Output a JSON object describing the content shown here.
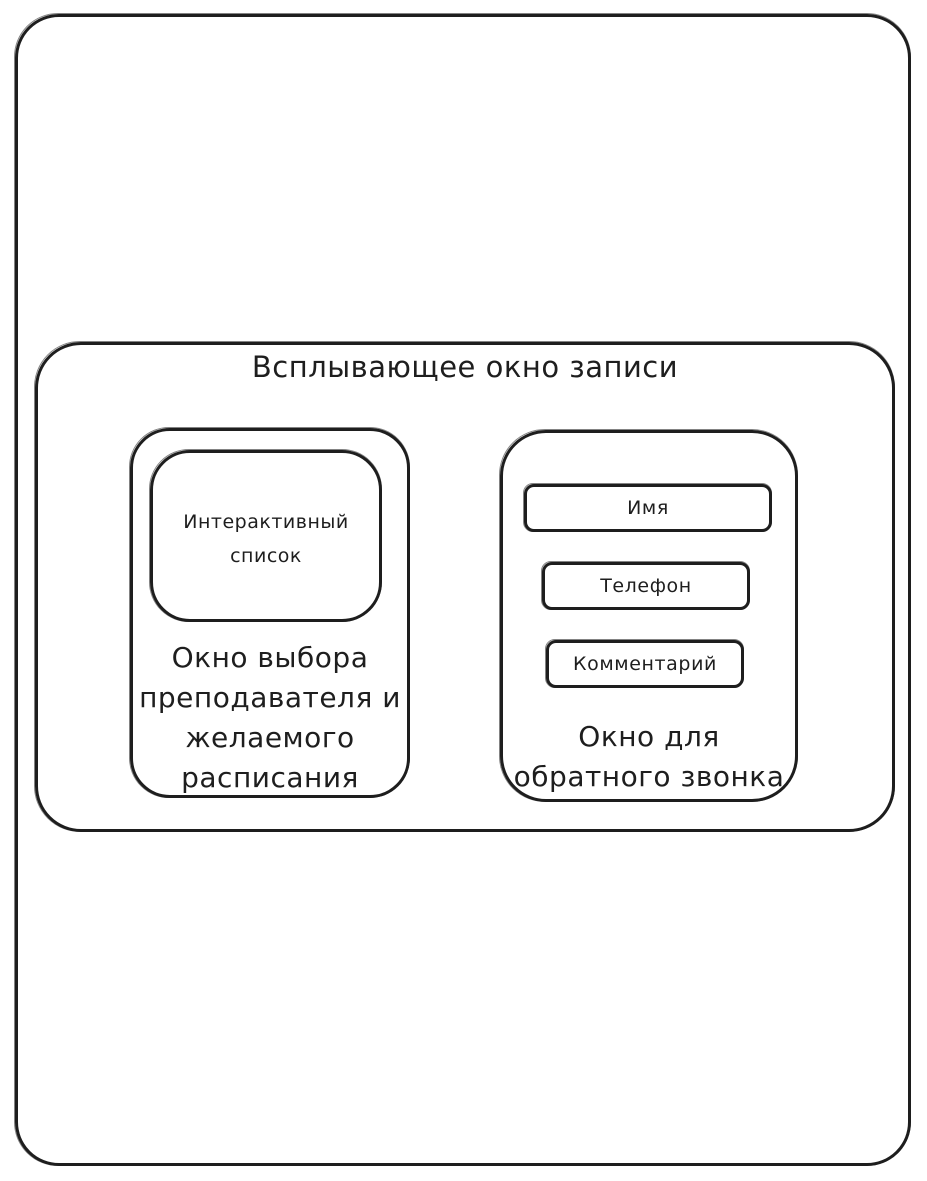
{
  "popup": {
    "title": "Всплывающее окно записи"
  },
  "teacher_panel": {
    "list_label": "Интерактивный список",
    "label_lines": [
      "Окно выбора",
      "преподавателя и",
      "желаемого",
      "расписания"
    ]
  },
  "callback_panel": {
    "fields": [
      {
        "label": "Имя"
      },
      {
        "label": "Телефон"
      },
      {
        "label": "Комментарий"
      }
    ],
    "label_lines": [
      "Окно для",
      "обратного звонка"
    ]
  }
}
